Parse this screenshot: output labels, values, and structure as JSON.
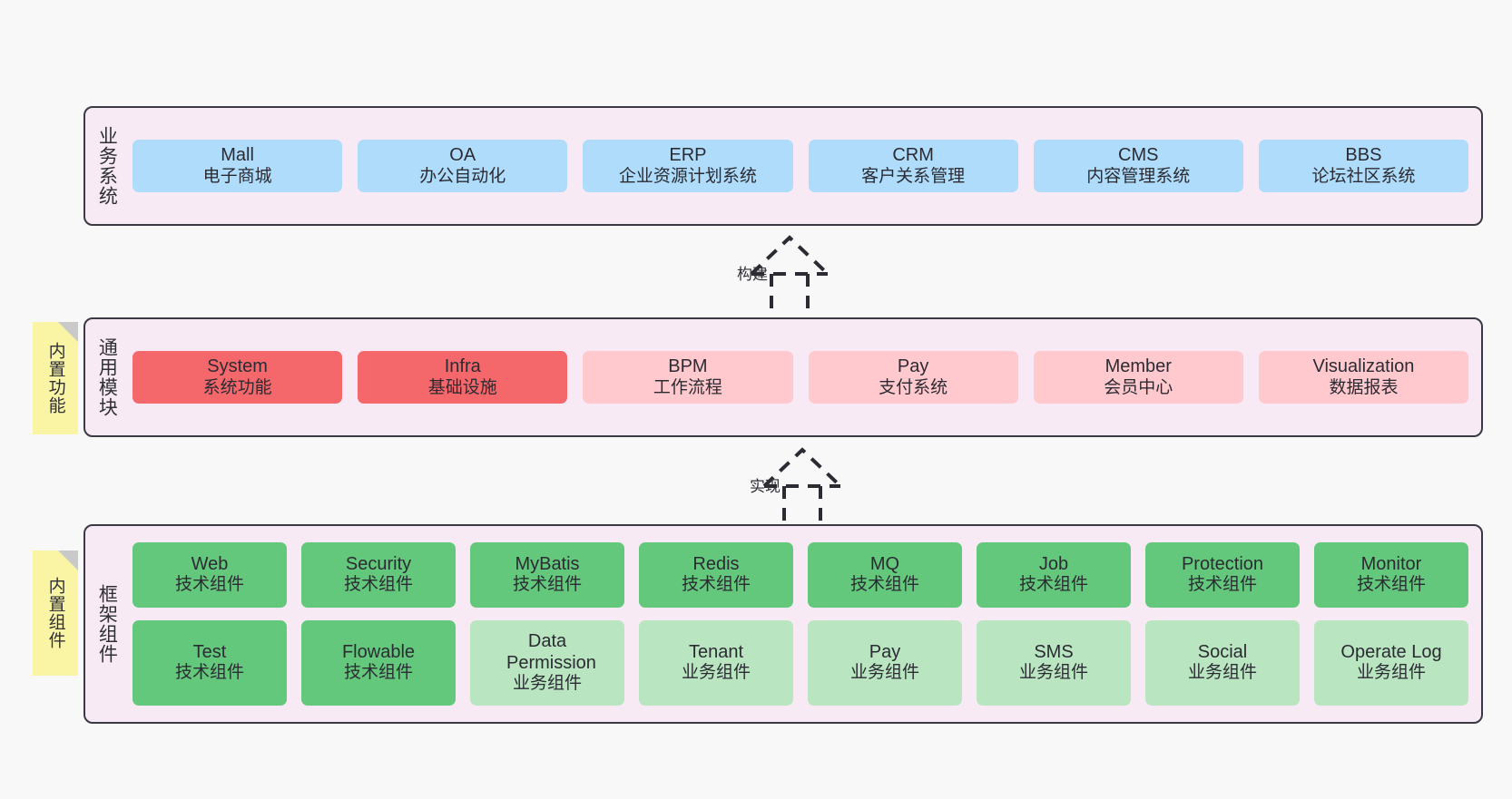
{
  "diagram": {
    "background": "#F8F8F8",
    "panel_bg": "#F7EAF4",
    "border_color": "#3A3A44",
    "colors": {
      "business": "#AFDCFA",
      "core_module": "#F4676B",
      "module": "#FFC9CE",
      "tech_component": "#64C87C",
      "biz_component": "#B9E5C0",
      "note": "#FAF5A5",
      "fold": "#C9C9C9"
    }
  },
  "layers": {
    "business": {
      "title": "业务系统",
      "items": [
        {
          "en": "Mall",
          "cn": "电子商城"
        },
        {
          "en": "OA",
          "cn": "办公自动化"
        },
        {
          "en": "ERP",
          "cn": "企业资源计划系统"
        },
        {
          "en": "CRM",
          "cn": "客户关系管理"
        },
        {
          "en": "CMS",
          "cn": "内容管理系统"
        },
        {
          "en": "BBS",
          "cn": "论坛社区系统"
        }
      ]
    },
    "common": {
      "title": "通用模块",
      "note": "内置功能",
      "items": [
        {
          "en": "System",
          "cn": "系统功能",
          "color": "red"
        },
        {
          "en": "Infra",
          "cn": "基础设施",
          "color": "red"
        },
        {
          "en": "BPM",
          "cn": "工作流程",
          "color": "pink"
        },
        {
          "en": "Pay",
          "cn": "支付系统",
          "color": "pink"
        },
        {
          "en": "Member",
          "cn": "会员中心",
          "color": "pink"
        },
        {
          "en": "Visualization",
          "cn": "数据报表",
          "color": "pink"
        }
      ]
    },
    "framework": {
      "title": "框架组件",
      "note": "内置组件",
      "row1": [
        {
          "en": "Web",
          "cn": "技术组件"
        },
        {
          "en": "Security",
          "cn": "技术组件"
        },
        {
          "en": "MyBatis",
          "cn": "技术组件"
        },
        {
          "en": "Redis",
          "cn": "技术组件"
        },
        {
          "en": "MQ",
          "cn": "技术组件"
        },
        {
          "en": "Job",
          "cn": "技术组件"
        },
        {
          "en": "Protection",
          "cn": "技术组件"
        },
        {
          "en": "Monitor",
          "cn": "技术组件"
        }
      ],
      "row2": [
        {
          "en": "Test",
          "cn": "技术组件",
          "color": "green"
        },
        {
          "en": "Flowable",
          "cn": "技术组件",
          "color": "green"
        },
        {
          "en": "Data Permission",
          "cn": "业务组件",
          "color": "lightgreen"
        },
        {
          "en": "Tenant",
          "cn": "业务组件",
          "color": "lightgreen"
        },
        {
          "en": "Pay",
          "cn": "业务组件",
          "color": "lightgreen"
        },
        {
          "en": "SMS",
          "cn": "业务组件",
          "color": "lightgreen"
        },
        {
          "en": "Social",
          "cn": "业务组件",
          "color": "lightgreen"
        },
        {
          "en": "Operate Log",
          "cn": "业务组件",
          "color": "lightgreen"
        }
      ]
    }
  },
  "connectors": [
    {
      "label": "构建",
      "from": "common",
      "to": "business"
    },
    {
      "label": "实现",
      "from": "framework",
      "to": "common"
    }
  ]
}
